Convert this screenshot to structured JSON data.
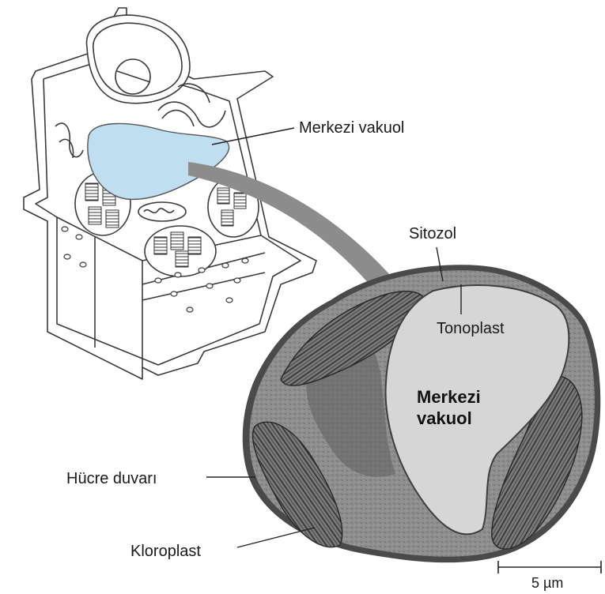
{
  "labels": {
    "central_vacuole_top": "Merkezi vakuol",
    "cytosol": "Sitozol",
    "tonoplast": "Tonoplast",
    "central_vacuole_inner_1": "Merkezi",
    "central_vacuole_inner_2": "vakuol",
    "cell_wall": "Hücre duvarı",
    "chloroplast": "Kloroplast",
    "scale_bar": "5 µm"
  },
  "colors": {
    "vacuole_fill": "#bfdff0",
    "arrow": "#8c8c8c",
    "micrograph_cytoplasm": "#8a8a8a",
    "micrograph_vacuole": "#d6d6d6"
  }
}
